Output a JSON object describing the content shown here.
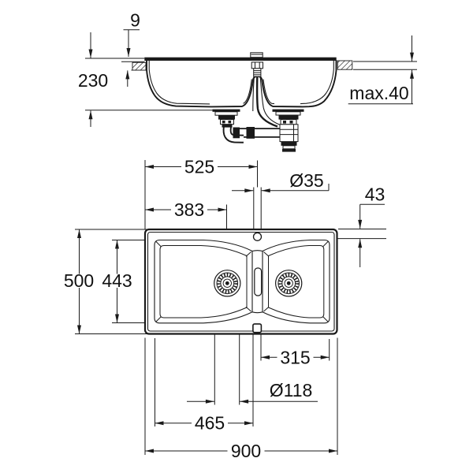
{
  "colors": {
    "line": "#1a1a1a",
    "background": "#ffffff",
    "text": "#111111"
  },
  "dimensions": {
    "rim_height": {
      "label": "9"
    },
    "installation_depth": {
      "label": "230"
    },
    "max_counter_thickness": {
      "label": "max.40"
    },
    "tap_hole_from_left": {
      "label": "525"
    },
    "tap_hole_diameter": {
      "label": "Ø35"
    },
    "tap_hole_from_top": {
      "label": "43"
    },
    "left_drain_from_left": {
      "label": "383"
    },
    "overall_depth": {
      "label": "500"
    },
    "bowl_inner_depth": {
      "label": "443"
    },
    "right_bowl_width": {
      "label": "315"
    },
    "drain_diameter": {
      "label": "Ø118"
    },
    "left_bowl_width": {
      "label": "465"
    },
    "overall_width": {
      "label": "900"
    }
  }
}
